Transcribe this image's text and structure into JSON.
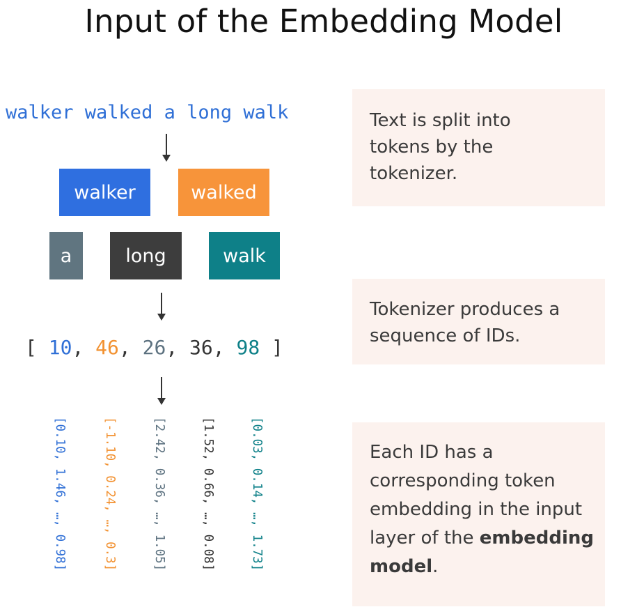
{
  "title": "Input of the Embedding Model",
  "sentence": "walker walked a long walk",
  "tokens": [
    {
      "text": "walker",
      "color": "#2f6fe0"
    },
    {
      "text": "walked",
      "color": "#f7943a"
    },
    {
      "text": "a",
      "color": "#607580"
    },
    {
      "text": "long",
      "color": "#3d3d3d"
    },
    {
      "text": "walk",
      "color": "#0e8088"
    }
  ],
  "ids": {
    "open": "[ ",
    "close": " ]",
    "sep": ", ",
    "values": [
      "10",
      "46",
      "26",
      "36",
      "98"
    ],
    "colors": [
      "#2f6fd6",
      "#f29130",
      "#5d7280",
      "#333333",
      "#0e8088"
    ]
  },
  "embeddings": [
    {
      "text": "[0.10, 1.46, …, 0.98]",
      "color": "#2f6fd6"
    },
    {
      "text": "[-1.10, 0.24, …, 0.3]",
      "color": "#f29130"
    },
    {
      "text": "[2.42, 0.36, …, 1.05]",
      "color": "#5d7280"
    },
    {
      "text": "[1.52, 0.66, …, 0.08]",
      "color": "#333333"
    },
    {
      "text": "[0.03, 0.14, …, 1.73]",
      "color": "#0e8088"
    }
  ],
  "notes": {
    "tokenize": "Text is split into tokens by the tokenizer.",
    "ids": "Tokenizer produces a sequence of IDs.",
    "embedding_prefix": "Each ID has a corresponding token embedding in the input layer of the ",
    "embedding_bold": "embedding model",
    "embedding_suffix": "."
  }
}
